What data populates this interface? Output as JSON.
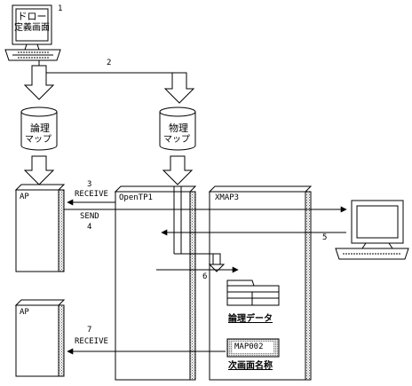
{
  "terminal_label_line1": "ドロー",
  "terminal_label_line2": "定義画面",
  "db_logical_line1": "論理",
  "db_logical_line2": "マップ",
  "db_physical_line1": "物理",
  "db_physical_line2": "マップ",
  "ap_label_top": "AP",
  "ap_label_bottom": "AP",
  "opentp_label": "OpenTP1",
  "xmap_label": "XMAP3",
  "logical_data_label": "論理データ",
  "next_screen_label": "次画面名称",
  "map_id": "MAP002",
  "receive_label_1": "RECEIVE",
  "send_label": "SEND",
  "receive_label_2": "RECEIVE",
  "step_numbers": [
    "1",
    "2",
    "3",
    "4",
    "5",
    "6",
    "7"
  ]
}
